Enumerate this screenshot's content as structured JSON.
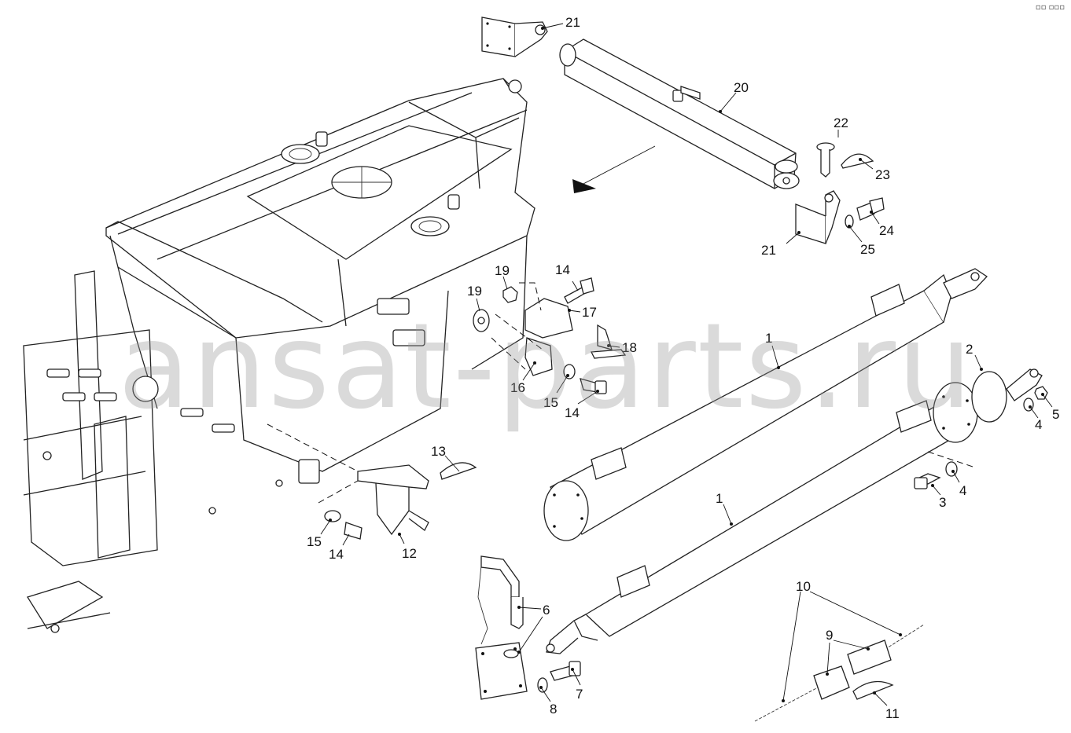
{
  "watermark": "ansat-parts.ru",
  "corner_mark": "▫▫ ▫▫▫",
  "callouts": [
    {
      "id": "c21a",
      "label": "21"
    },
    {
      "id": "c20",
      "label": "20"
    },
    {
      "id": "c22",
      "label": "22"
    },
    {
      "id": "c23",
      "label": "23"
    },
    {
      "id": "c24",
      "label": "24"
    },
    {
      "id": "c21b",
      "label": "21"
    },
    {
      "id": "c25",
      "label": "25"
    },
    {
      "id": "c19a",
      "label": "19"
    },
    {
      "id": "c14a",
      "label": "14"
    },
    {
      "id": "c19b",
      "label": "19"
    },
    {
      "id": "c17",
      "label": "17"
    },
    {
      "id": "c18",
      "label": "18"
    },
    {
      "id": "c16",
      "label": "16"
    },
    {
      "id": "c15a",
      "label": "15"
    },
    {
      "id": "c14b",
      "label": "14"
    },
    {
      "id": "c1a",
      "label": "1"
    },
    {
      "id": "c2",
      "label": "2"
    },
    {
      "id": "c5",
      "label": "5"
    },
    {
      "id": "c4a",
      "label": "4"
    },
    {
      "id": "c4b",
      "label": "4"
    },
    {
      "id": "c3",
      "label": "3"
    },
    {
      "id": "c1b",
      "label": "1"
    },
    {
      "id": "c13",
      "label": "13"
    },
    {
      "id": "c12",
      "label": "12"
    },
    {
      "id": "c15b",
      "label": "15"
    },
    {
      "id": "c14c",
      "label": "14"
    },
    {
      "id": "c6",
      "label": "6"
    },
    {
      "id": "c7",
      "label": "7"
    },
    {
      "id": "c8",
      "label": "8"
    },
    {
      "id": "c10",
      "label": "10"
    },
    {
      "id": "c9",
      "label": "9"
    },
    {
      "id": "c11",
      "label": "11"
    }
  ]
}
